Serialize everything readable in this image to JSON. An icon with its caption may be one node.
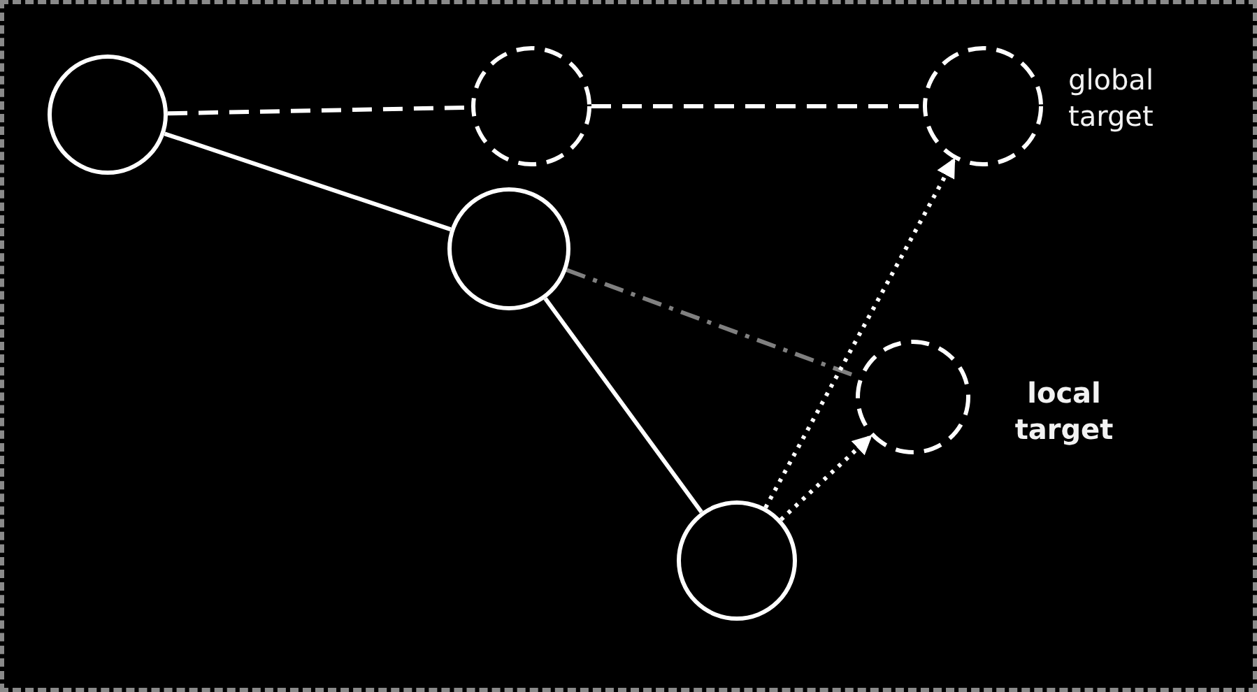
{
  "diagram": {
    "nodes": [
      {
        "text": [],
        "shape": "circle"
      },
      {
        "text": [],
        "shape": "circle"
      },
      {
        "text": [],
        "shape": "circle",
        "beside": [
          "global target"
        ]
      },
      {
        "text": [],
        "shape": "circle"
      },
      {
        "text": [],
        "shape": "circle",
        "beside": [
          "local target"
        ]
      },
      {
        "text": [],
        "shape": "circle"
      }
    ],
    "edges": [
      {
        "from": 0,
        "to": 1,
        "arrow": "none",
        "style": "dashed"
      },
      {
        "from": 1,
        "to": 2,
        "arrow": "none",
        "style": "dashed"
      },
      {
        "from": 0,
        "to": 3,
        "arrow": "none"
      },
      {
        "from": 3,
        "to": 4,
        "arrow": "none",
        "style": "dashed",
        "color": "#808080"
      },
      {
        "from": 3,
        "to": 5,
        "arrow": "none"
      },
      {
        "from": 5,
        "to": 2,
        "arrow": "to",
        "style": "dashed"
      },
      {
        "from": 5,
        "to": 4,
        "arrow": "to",
        "style": "dashed"
      }
    ]
  }
}
